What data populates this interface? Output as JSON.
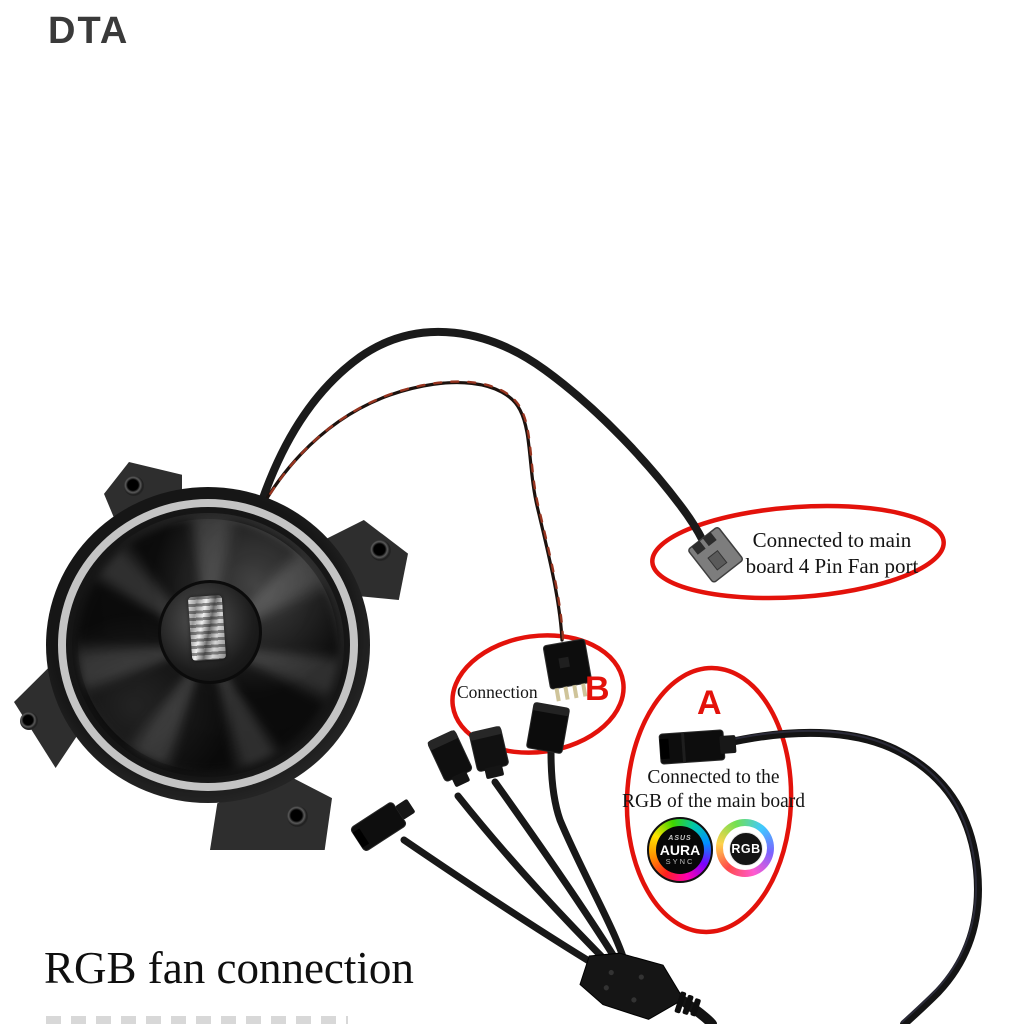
{
  "colors": {
    "background": "#ffffff",
    "accent_red": "#e3120b"
  },
  "brand": {
    "logo": "DTA"
  },
  "annotations": {
    "fan_port_note": {
      "line1": "Connected to main",
      "line2": "board 4 Pin Fan port"
    },
    "connection_label": "Connection",
    "label_b": "B",
    "label_a": "A",
    "rgb_note": {
      "line1": "Connected to the",
      "line2": "RGB of the main board"
    }
  },
  "logos": {
    "aura": {
      "brand": "ASUS",
      "title": "AURA",
      "subtitle": "SYNC"
    },
    "rgb": {
      "title": "RGB"
    }
  },
  "caption": {
    "title": "RGB fan connection"
  },
  "hardware_icons": {
    "fan": "rgb-case-fan",
    "fan_port_connector": "4pin-fan-plug",
    "male_rgb_connector": "4pin-rgb-male-plug",
    "female_rgb_connector": "4pin-rgb-female-plug",
    "splitter_hub": "1-to-3-rgb-splitter-hub",
    "rgb_header_connector": "rgb-header-plug"
  }
}
